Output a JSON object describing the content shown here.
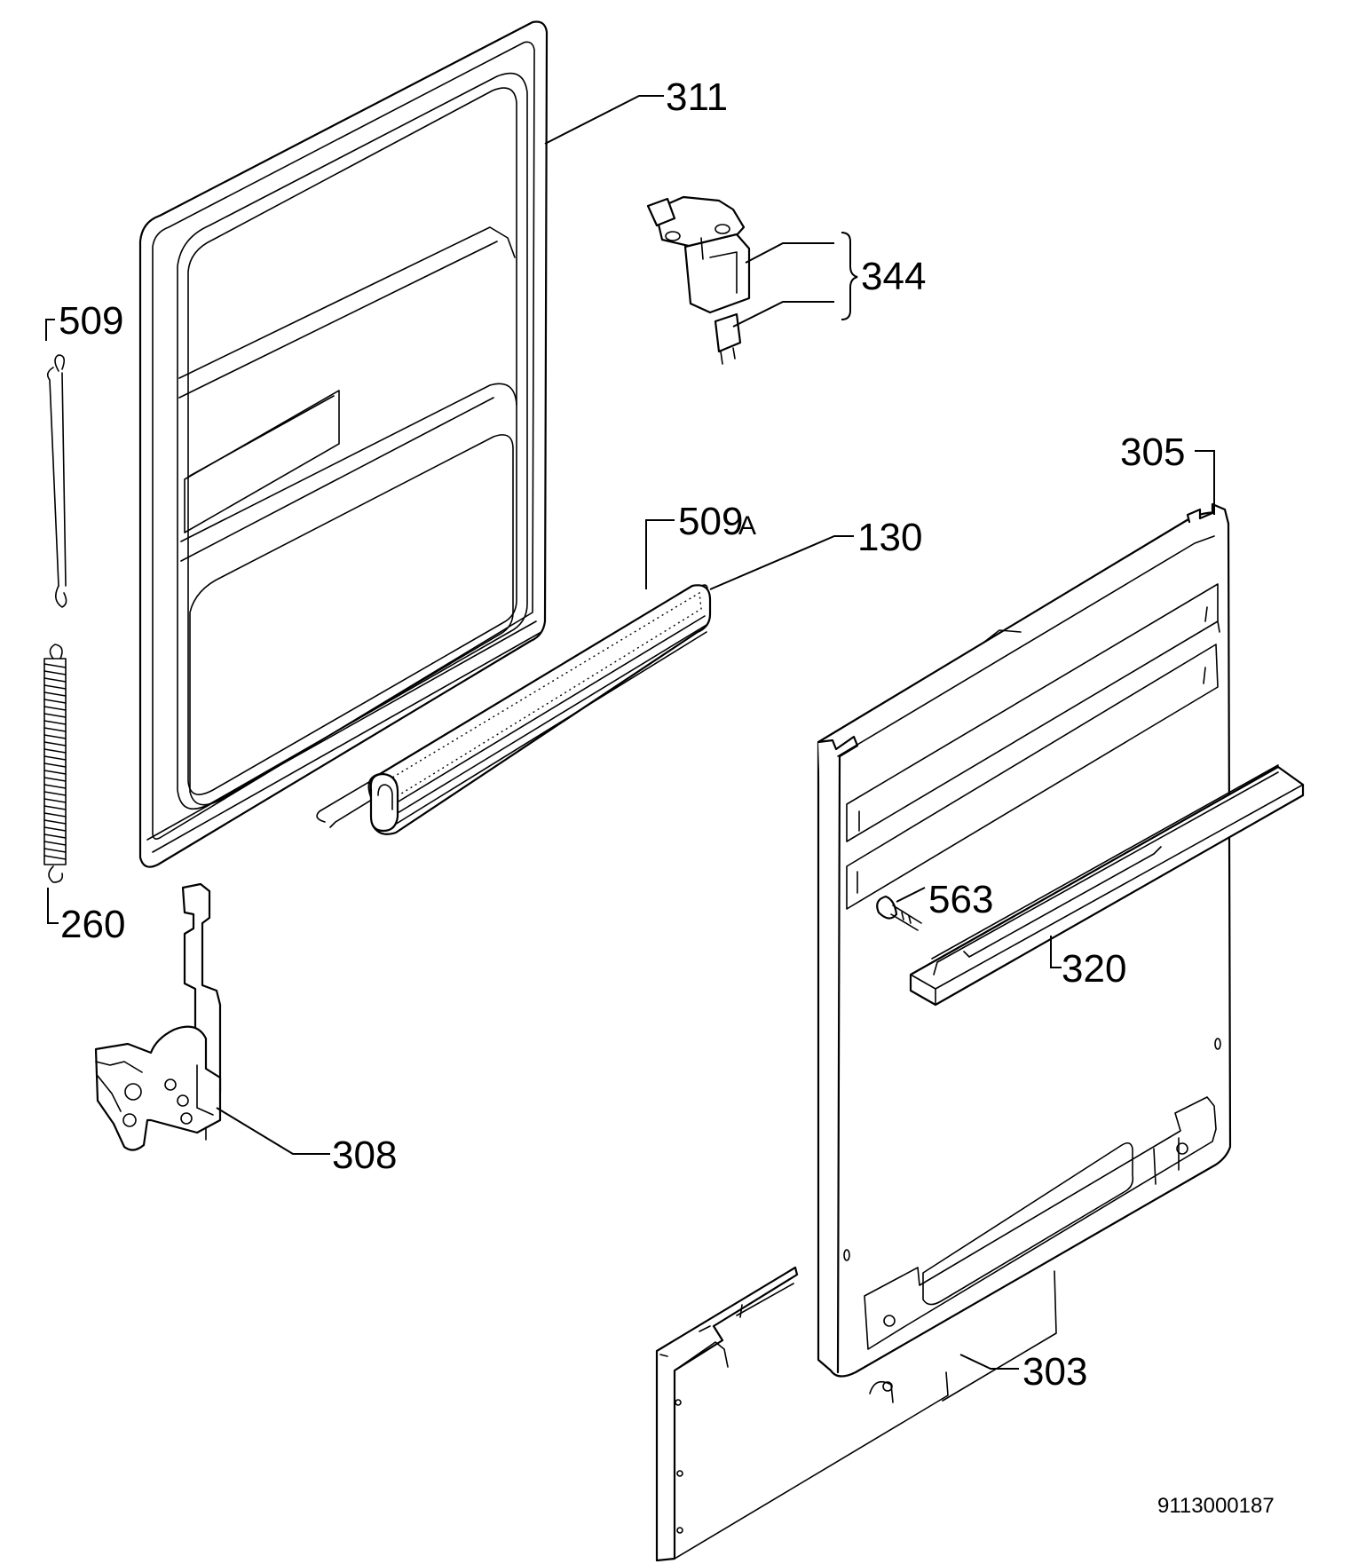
{
  "diagram": {
    "document_id": "9113000187",
    "parts": [
      {
        "id": "311",
        "label": "311"
      },
      {
        "id": "344",
        "label": "344"
      },
      {
        "id": "509",
        "label": "509"
      },
      {
        "id": "260",
        "label": "260"
      },
      {
        "id": "509A",
        "label": "509",
        "suffix": "A"
      },
      {
        "id": "130",
        "label": "130"
      },
      {
        "id": "305",
        "label": "305"
      },
      {
        "id": "563",
        "label": "563"
      },
      {
        "id": "320",
        "label": "320"
      },
      {
        "id": "308",
        "label": "308"
      },
      {
        "id": "303",
        "label": "303"
      }
    ]
  }
}
